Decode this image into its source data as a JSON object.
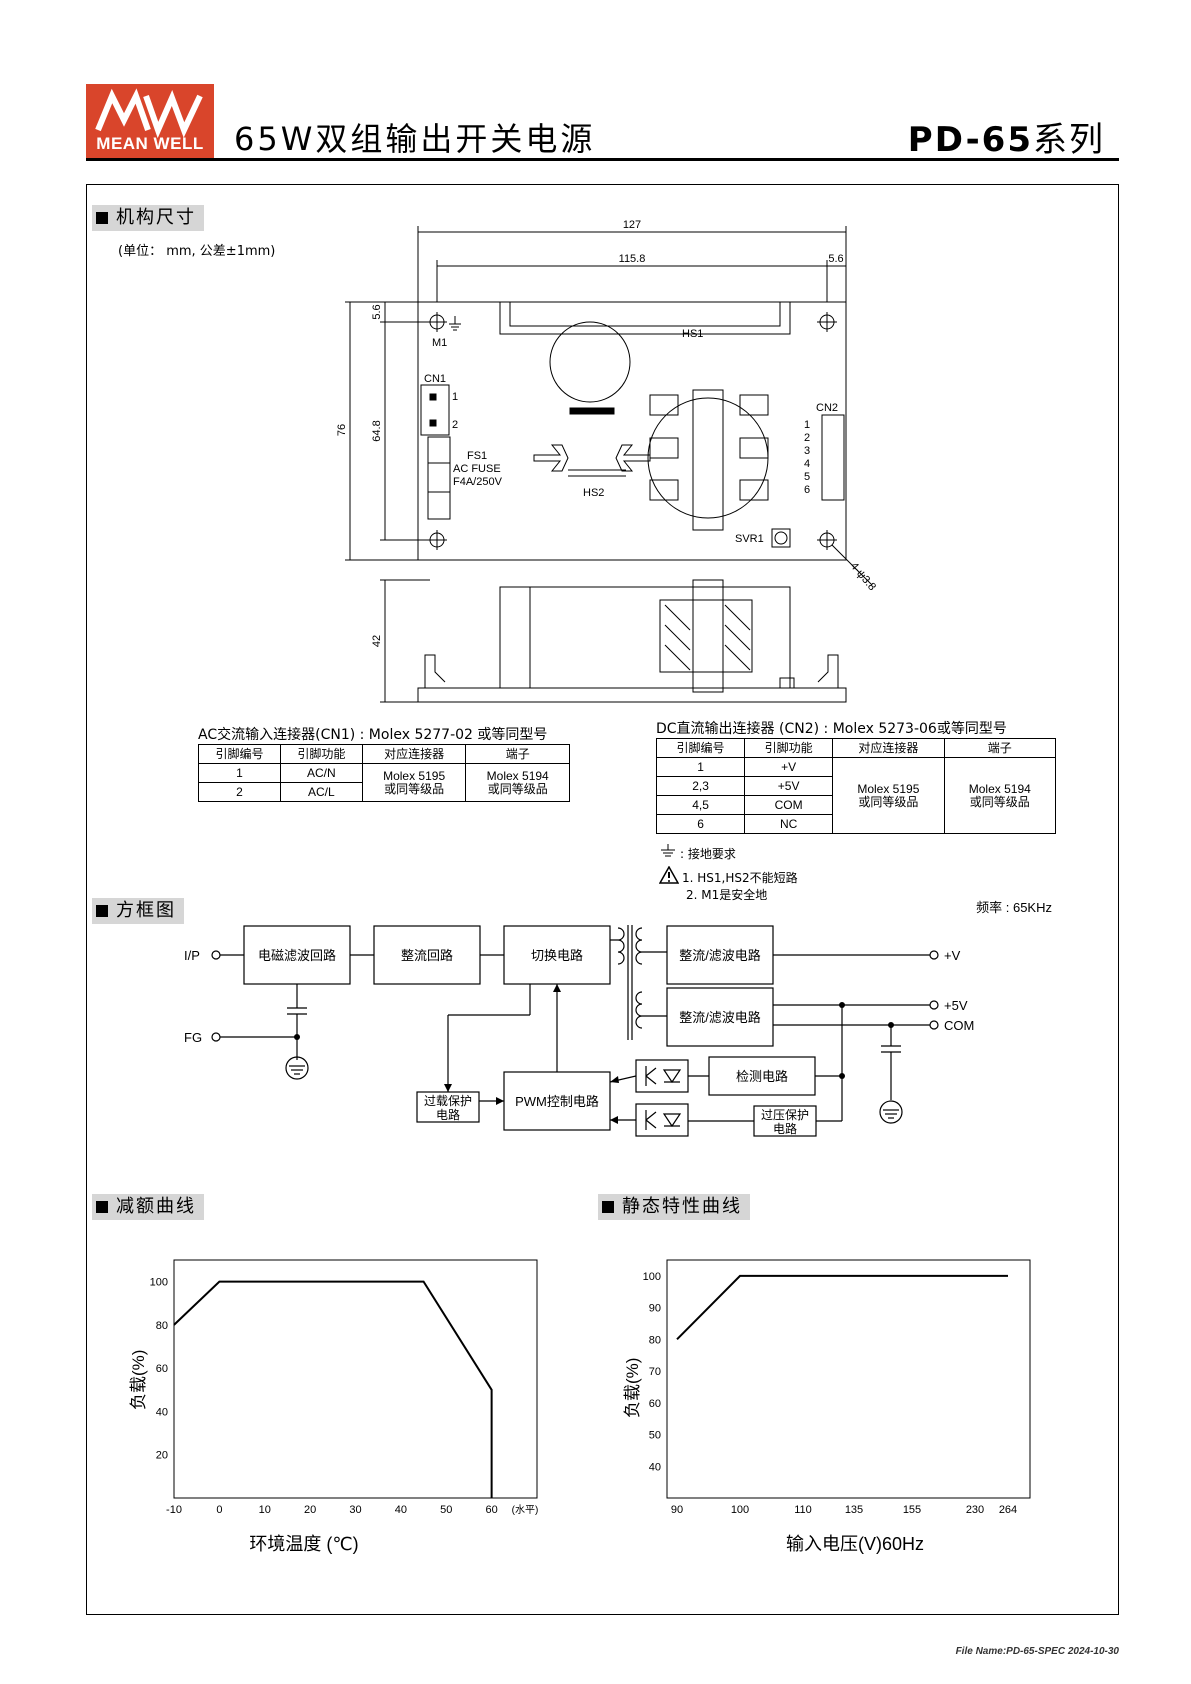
{
  "header": {
    "logo_text": "MEAN WELL",
    "doc_title": "65W双组输出开关电源",
    "series_model": "PD-65",
    "series_suffix": "系列"
  },
  "sections": {
    "mechanical": "机构尺寸",
    "block_diagram": "方框图",
    "derating": "减额曲线",
    "static": "静态特性曲线"
  },
  "mechanical": {
    "unit_note": "(单位： mm, 公差±1mm)",
    "dims": {
      "overall_width": "127",
      "hole_spacing_x": "115.8",
      "edge_offset_right": "5.6",
      "edge_offset_top": "5.6",
      "overall_height": "76",
      "hole_spacing_y": "64.8",
      "depth": "42",
      "hole_dia": "4-ψ3.8"
    },
    "labels": {
      "m1": "M1",
      "hs1": "HS1",
      "hs2": "HS2",
      "cn1": "CN1",
      "cn2": "CN2",
      "fs1": "FS1",
      "fuse_type": "AC FUSE",
      "fuse_rating": "F4A/250V",
      "svr1": "SVR1"
    },
    "cn1_pins": [
      "1",
      "2"
    ],
    "cn2_pins": [
      "1",
      "2",
      "3",
      "4",
      "5",
      "6"
    ]
  },
  "cn1_table": {
    "title": "AC交流输入连接器(CN1) : Molex 5277-02 或等同型号",
    "headers": [
      "引脚编号",
      "引脚功能",
      "对应连接器",
      "端子"
    ],
    "rows": [
      {
        "pin": "1",
        "func": "AC/N"
      },
      {
        "pin": "2",
        "func": "AC/L"
      }
    ],
    "mating_1": "Molex 5195",
    "mating_2": "或同等级品",
    "terminal_1": "Molex 5194",
    "terminal_2": "或同等级品"
  },
  "cn2_table": {
    "title": "DC直流输出连接器 (CN2) : Molex 5273-06或等同型号",
    "headers": [
      "引脚编号",
      "引脚功能",
      "对应连接器",
      "端子"
    ],
    "rows": [
      {
        "pin": "1",
        "func": "+V"
      },
      {
        "pin": "2,3",
        "func": "+5V"
      },
      {
        "pin": "4,5",
        "func": "COM"
      },
      {
        "pin": "6",
        "func": "NC"
      }
    ],
    "mating_1": "Molex 5195",
    "mating_2": "或同等级品",
    "terminal_1": "Molex 5194",
    "terminal_2": "或同等级品"
  },
  "notes": {
    "ground": ": 接地要求",
    "note1": "1. HS1,HS2不能短路",
    "note2": "2. M1是安全地"
  },
  "block": {
    "frequency": "频率 : 65KHz",
    "input": "I/P",
    "fg": "FG",
    "emi": "电磁滤波回路",
    "rect": "整流回路",
    "switch": "切换电路",
    "out_rect_1": "整流/滤波电路",
    "out_rect_2": "整流/滤波电路",
    "pwm": "PWM控制电路",
    "ocp_1": "过载保护",
    "ocp_2": "电路",
    "detect": "检测电路",
    "ovp_1": "过压保护",
    "ovp_2": "电路",
    "out_v": "+V",
    "out_5v": "+5V",
    "out_com": "COM"
  },
  "chart_data": [
    {
      "type": "line",
      "title": "",
      "xlabel": "环境温度 (℃)",
      "ylabel": "负载(%)",
      "x_unit_note": "(水平)",
      "x_ticks": [
        -10,
        0,
        10,
        20,
        30,
        40,
        50,
        60
      ],
      "y_ticks": [
        20,
        40,
        60,
        80,
        100
      ],
      "xlim": [
        -10,
        70
      ],
      "ylim": [
        0,
        110
      ],
      "series": [
        {
          "x": [
            -10,
            0,
            45,
            60,
            60
          ],
          "y": [
            80,
            100,
            100,
            50,
            0
          ]
        }
      ]
    },
    {
      "type": "line",
      "title": "",
      "xlabel": "输入电压(V)60Hz",
      "ylabel": "负载(%)",
      "x_ticks": [
        "90",
        "100",
        "110",
        "135",
        "155",
        "230",
        "264"
      ],
      "y_ticks": [
        40,
        50,
        60,
        70,
        80,
        90,
        100
      ],
      "ylim": [
        30,
        105
      ],
      "series": [
        {
          "x": [
            "90",
            "100",
            "264"
          ],
          "y": [
            80,
            100,
            100
          ]
        }
      ]
    }
  ],
  "footer": {
    "file_name": "File Name:PD-65-SPEC   2024-10-30"
  }
}
